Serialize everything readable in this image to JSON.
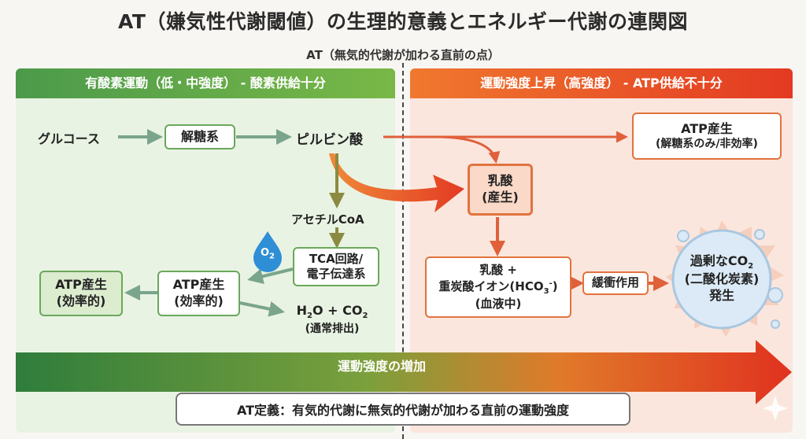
{
  "title": "AT（嫌気性代謝閾値）の生理的意義とエネルギー代謝の連関図",
  "at_label": "AT（無気的代謝が加わる直前の点）",
  "left_header": "有酸素運動（低・中強度） - 酸素供給十分",
  "right_header": "運動強度上昇（高強度） - ATP供給不十分",
  "nodes": {
    "glucose": "グルコース",
    "glycolysis": "解糖系",
    "pyruvate": "ピルビン酸",
    "acetyl_coa": "アセチルCoA",
    "o2_icon": "O",
    "o2_sub": "2",
    "tca_line1": "TCA回路/",
    "tca_line2": "電子伝達系",
    "atp_eff_center_line1": "ATP産生",
    "atp_eff_center_line2": "(効率的)",
    "atp_eff_left_line1": "ATP産生",
    "atp_eff_left_line2": "(効率的)",
    "h2o_main": "H",
    "h2o_sub": "2",
    "h2o_rest": "O + CO",
    "h2o_sub2": "2",
    "h2o_line2": "(通常排出)",
    "atp_inefficient_line1": "ATP産生",
    "atp_inefficient_line2": "(解糖系のみ/非効率)",
    "lactate_line1": "乳酸",
    "lactate_line2": "(産生)",
    "bicarb_line1": "乳酸 +",
    "bicarb_line2a": "重炭酸イオン(HCO",
    "bicarb_sub": "3",
    "bicarb_sup": "-",
    "bicarb_line2b": ")",
    "bicarb_line3": "(血液中)",
    "buffer": "緩衝作用",
    "excess_co2_line1a": "過剰なCO",
    "excess_co2_sub": "2",
    "excess_co2_line2": "(二酸化炭素)",
    "excess_co2_line3": "発生"
  },
  "band_label": "運動強度の増加",
  "definition": "AT定義：有気的代謝に無気的代謝が加わる直前の運動強度",
  "colors": {
    "green": "#6aa85c",
    "orange": "#e1733e",
    "red": "#e33a22",
    "o2_blue": "#2f8fd6"
  }
}
